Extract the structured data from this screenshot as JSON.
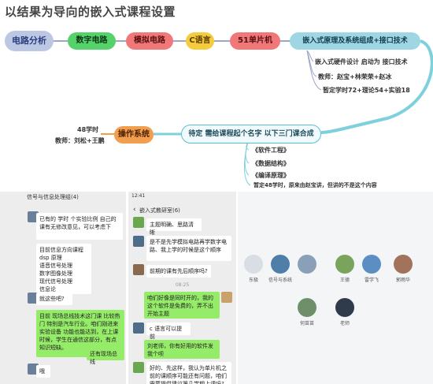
{
  "title": "以结果为导向的嵌入式课程设置",
  "mindmap": {
    "root": "电路分析",
    "courses": [
      "数字电路",
      "模拟电路",
      "C语言",
      "51单片机",
      "嵌入式原理及系统组成+接口技术"
    ],
    "embedded_details": [
      "嵌入式硬件设计 启动为 接口技术",
      "教师：赵宝+林荣荣+赵冰",
      "暂定学时72+理论54+实验18"
    ],
    "os_node": "操作系统",
    "os_details": [
      "48学时",
      "教师：刘松+王鹏"
    ],
    "pending_node": "待定 需给课程起个名字 以下三门课合成",
    "pending_items": [
      "《软件工程》",
      "《数据结构》",
      "《编译原理》",
      "暂定48学时，原来由赵宝讲，但讲的不是这个内容"
    ]
  },
  "chat1": {
    "header": "信号与信息处理组(4)",
    "messages": [
      "已有的 学时 个实验比例 自己的课有无修改意见，可以考虑下",
      "目前信息方向课程\ndsp 原理\n语音信号处理\n数字图像处理\n现代信号处理\n信息论",
      "就这些吧?",
      "目前 现场总线技术这门课 比较热门 特别是汽车行业。咱们刚进来实验设备 功能也能达到，在上课时候，学生在通信这部分，有点知识短缺。",
      "还有现场总线",
      "哦"
    ]
  },
  "chat2": {
    "status_time": "12:41",
    "header": "嵌入式教研室(6)",
    "messages": [
      "主题明确、思路清晰",
      "是不是先学模拟电路再学数字电路、我上学的时候是这个顺序",
      "前期的课有先后顺序吗?",
      "08:25",
      "咱们好像是同时开的，我的这个软件是免费的，弄不出开始主题",
      "c 语言可以提前",
      "刘老师，你有好用的软件发我个呗",
      "好的、先这样，我认为单片机之前的课顺序可能还有问题，咱们需要提供建议第几学期上课吗?"
    ]
  },
  "meeting": {
    "participants": [
      "东极",
      "信号与系统",
      "",
      "王德",
      "雷学飞",
      "郭雨华",
      "何苗苗",
      "老师"
    ]
  }
}
